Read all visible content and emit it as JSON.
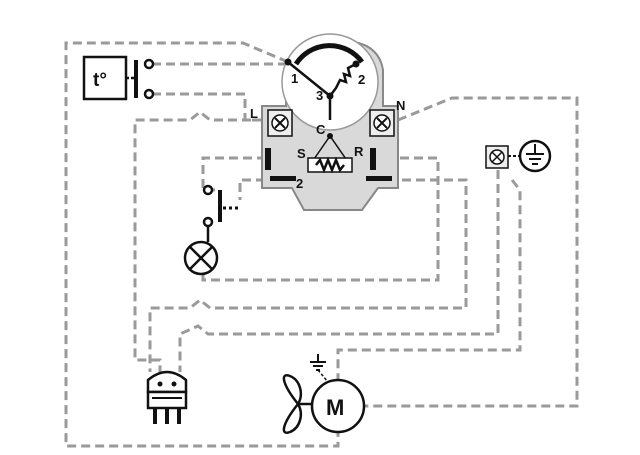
{
  "relay": {
    "terminals": {
      "t1": "1",
      "t2": "2",
      "t3": "3",
      "tL": "L",
      "tN": "N",
      "tC": "C",
      "tS": "S",
      "tR": "R",
      "tS2": "2"
    }
  },
  "thermostat": {
    "symbol": "t°"
  },
  "motor": {
    "symbol": "M"
  },
  "colors": {
    "wire": "#9a9a9a",
    "housing": "#d9d9d9",
    "line": "#111111"
  },
  "icons": [
    "thermostat-icon",
    "switch-icon",
    "lamp-icon",
    "plug-icon",
    "fan-icon",
    "motor-icon",
    "ground-icon",
    "terminal-screw-icon"
  ]
}
